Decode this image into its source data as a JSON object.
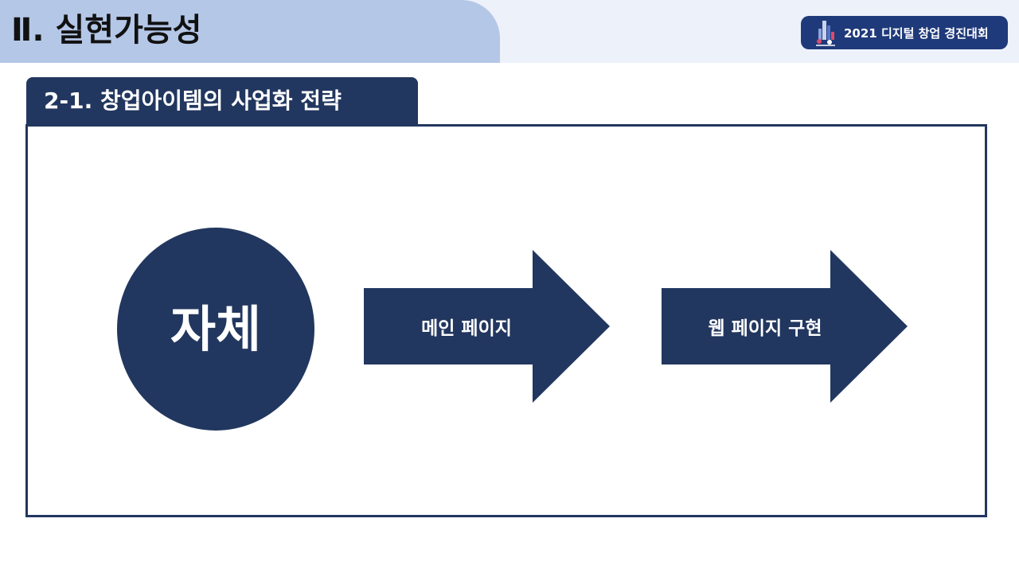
{
  "header": {
    "title": "Ⅱ. 실현가능성",
    "badge_text": "2021 디지털 창업 경진대회",
    "badge_icon": "contest-logo-icon",
    "badge_color": "#1f3a7a",
    "title_bg_color": "#b4c7e7"
  },
  "section": {
    "tab_label": "2-1. 창업아이템의 사업화 전략",
    "tab_color": "#22375f"
  },
  "diagram": {
    "circle_label": "자체",
    "steps": [
      {
        "label": "메인 페이지"
      },
      {
        "label": "웹 페이지 구현"
      }
    ],
    "shape_color": "#22375f"
  }
}
